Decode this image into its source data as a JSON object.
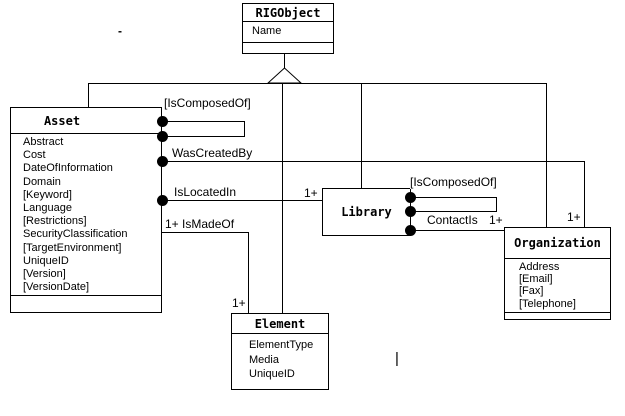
{
  "diagram_type": "uml-class-diagram",
  "colors": {
    "line": "#000000",
    "background": "#ffffff",
    "box_fill": "#ffffff"
  },
  "classes": {
    "rigobject": {
      "title": "RIGObject",
      "attributes": [
        "Name"
      ]
    },
    "asset": {
      "title": "Asset",
      "attributes": [
        "Abstract",
        "Cost",
        "DateOfInformation",
        "Domain",
        "[Keyword]",
        "Language",
        "[Restrictions]",
        "SecurityClassification",
        "[TargetEnvironment]",
        "UniqueID",
        "[Version]",
        "[VersionDate]"
      ]
    },
    "library": {
      "title": "Library",
      "attributes": []
    },
    "organization": {
      "title": "Organization",
      "attributes": [
        "Address",
        "[Email]",
        "[Fax]",
        "[Telephone]"
      ]
    },
    "element": {
      "title": "Element",
      "attributes": [
        "ElementType",
        "Media",
        "UniqueID"
      ]
    }
  },
  "associations": {
    "asset_is_composed_of": {
      "label": "[IsComposedOf]"
    },
    "was_created_by": {
      "label": "WasCreatedBy",
      "organization_multiplicity": "1+"
    },
    "is_located_in": {
      "label": "IsLocatedIn",
      "library_multiplicity": "1+"
    },
    "is_made_of": {
      "label": "1+ IsMadeOf",
      "element_multiplicity": "1+"
    },
    "library_is_composed_of": {
      "label": "[IsComposedOf]"
    },
    "contact_is": {
      "label": "ContactIs",
      "organization_multiplicity": "1+"
    }
  },
  "stray_marks": {
    "dash": "-",
    "bar": "|"
  }
}
